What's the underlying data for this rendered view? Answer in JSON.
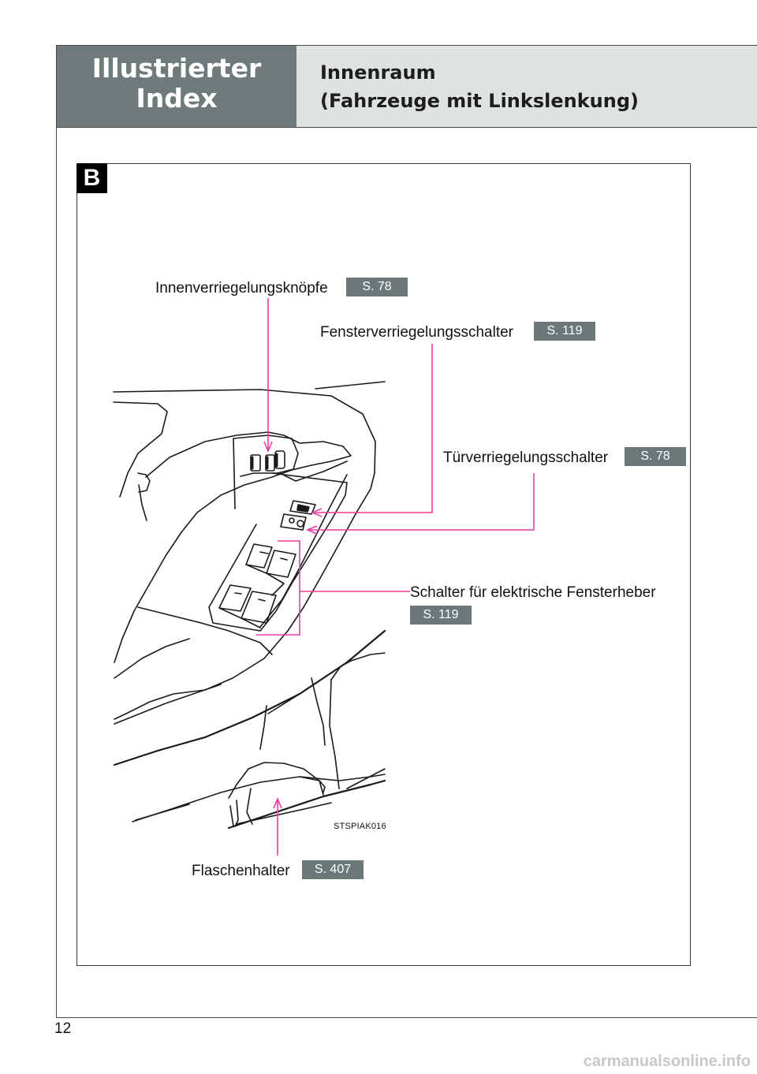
{
  "header": {
    "section_line1": "Illustrierter",
    "section_line2": "Index",
    "title_line1": "Innenraum",
    "title_line2": "(Fahrzeuge mit Linkslenkung)"
  },
  "badge": "B",
  "callouts": {
    "inner_lock": {
      "label": "Innenverriegelungsknöpfe",
      "ref": "S. 78"
    },
    "window_lock": {
      "label": "Fensterverriegelungsschalter",
      "ref": "S. 119"
    },
    "door_lock": {
      "label": "Türverriegelungsschalter",
      "ref": "S. 78"
    },
    "power_windows": {
      "label": "Schalter für elektrische Fensterheber",
      "ref": "S. 119"
    },
    "bottle_holder": {
      "label": "Flaschenhalter",
      "ref": "S. 407"
    }
  },
  "illustration_code": "STSPIAK016",
  "page_number": "12",
  "watermark": "carmanualsonline.info",
  "colors": {
    "header_dark": "#6f7b7b",
    "header_light": "#dfe2e2",
    "leader": "#e83ca0",
    "ref_badge": "#6c7878"
  }
}
